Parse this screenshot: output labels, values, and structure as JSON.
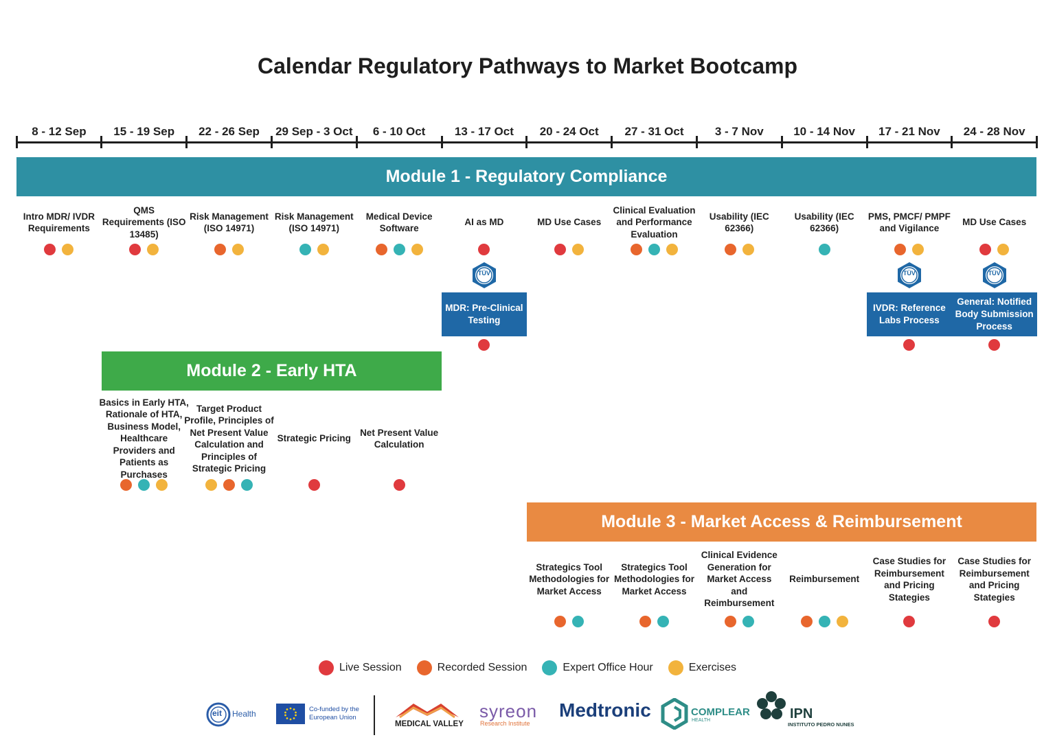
{
  "title": "Calendar Regulatory Pathways to Market Bootcamp",
  "weeks": [
    "8 - 12 Sep",
    "15 - 19 Sep",
    "22 - 26 Sep",
    "29 Sep - 3 Oct",
    "6 - 10 Oct",
    "13 - 17 Oct",
    "20 - 24 Oct",
    "27 - 31 Oct",
    "3 - 7 Nov",
    "10 - 14 Nov",
    "17 - 21 Nov",
    "24 - 28 Nov"
  ],
  "colors": {
    "live": "#e03a3e",
    "recorded": "#e8662d",
    "expert": "#35b3b5",
    "exercises": "#f2b33d",
    "module1": "#2e90a3",
    "module2": "#3eaa49",
    "module3": "#e98a42",
    "exam_box": "#1f68a6"
  },
  "modules": [
    {
      "title": "Module 1 - Regulatory Compliance"
    },
    {
      "title": "Module 2 - Early HTA"
    },
    {
      "title": "Module 3 - Market Access & Reimbursement"
    }
  ],
  "module1_sessions": [
    {
      "week": 0,
      "label": "Intro MDR/ IVDR Requirements",
      "dots": [
        "live",
        "exercises"
      ]
    },
    {
      "week": 1,
      "label": "QMS Requirements (ISO 13485)",
      "dots": [
        "live",
        "exercises"
      ]
    },
    {
      "week": 2,
      "label": "Risk Management (ISO 14971)",
      "dots": [
        "recorded",
        "exercises"
      ]
    },
    {
      "week": 3,
      "label": "Risk Management (ISO 14971)",
      "dots": [
        "expert",
        "exercises"
      ]
    },
    {
      "week": 4,
      "label": "Medical Device Software",
      "dots": [
        "recorded",
        "expert",
        "exercises"
      ]
    },
    {
      "week": 5,
      "label": "AI as MD",
      "dots": [
        "live"
      ]
    },
    {
      "week": 6,
      "label": "MD Use Cases",
      "dots": [
        "live",
        "exercises"
      ]
    },
    {
      "week": 7,
      "label": "Clinical Evaluation and Performance Evaluation",
      "dots": [
        "recorded",
        "expert",
        "exercises"
      ]
    },
    {
      "week": 8,
      "label": "Usability (IEC 62366)",
      "dots": [
        "recorded",
        "exercises"
      ]
    },
    {
      "week": 9,
      "label": "Usability (IEC 62366)",
      "dots": [
        "expert"
      ]
    },
    {
      "week": 10,
      "label": "PMS, PMCF/ PMPF and Vigilance",
      "dots": [
        "recorded",
        "exercises"
      ]
    },
    {
      "week": 11,
      "label": "MD Use Cases",
      "dots": [
        "live",
        "exercises"
      ]
    }
  ],
  "notified_body_sessions": [
    {
      "week": 5,
      "badge": "TÜV",
      "label": "MDR: Pre-Clinical Testing",
      "dots": [
        "live"
      ]
    },
    {
      "week": 10,
      "badge": "TÜV",
      "label": "IVDR: Reference Labs Process",
      "dots": [
        "live"
      ]
    },
    {
      "week": 11,
      "badge": "TÜV",
      "label": "General: Notified Body Submission Process",
      "dots": [
        "live"
      ]
    }
  ],
  "module2_sessions": [
    {
      "week": 1,
      "label": "Basics in Early HTA, Rationale of HTA, Business Model, Healthcare Providers and Patients as Purchases",
      "dots": [
        "recorded",
        "expert",
        "exercises"
      ]
    },
    {
      "week": 2,
      "label": "Target Product Profile, Principles of Net Present Value Calculation and Principles of Strategic Pricing",
      "dots": [
        "exercises",
        "recorded",
        "expert"
      ]
    },
    {
      "week": 3,
      "label": "Strategic Pricing",
      "dots": [
        "live"
      ]
    },
    {
      "week": 4,
      "label": "Net Present Value Calculation",
      "dots": [
        "live"
      ]
    }
  ],
  "module3_sessions": [
    {
      "week": 6,
      "label": "Strategics Tool Methodologies for Market Access",
      "dots": [
        "recorded",
        "expert"
      ]
    },
    {
      "week": 7,
      "label": "Strategics Tool Methodologies for Market Access",
      "dots": [
        "recorded",
        "expert"
      ]
    },
    {
      "week": 8,
      "label": "Clinical Evidence Generation for Market Access and Reimbursement",
      "dots": [
        "recorded",
        "expert"
      ]
    },
    {
      "week": 9,
      "label": "Reimbursement",
      "dots": [
        "recorded",
        "expert",
        "exercises"
      ]
    },
    {
      "week": 10,
      "label": "Case Studies for Reimbursement and Pricing Stategies",
      "dots": [
        "live"
      ]
    },
    {
      "week": 11,
      "label": "Case Studies for Reimbursement and Pricing Stategies",
      "dots": [
        "live"
      ]
    }
  ],
  "legend": [
    {
      "key": "live",
      "label": "Live Session"
    },
    {
      "key": "recorded",
      "label": "Recorded Session"
    },
    {
      "key": "expert",
      "label": "Expert Office Hour"
    },
    {
      "key": "exercises",
      "label": "Exercises"
    }
  ],
  "logos": {
    "eit": "eit",
    "eit_health": "Health",
    "eu_line1": "Co-funded by the",
    "eu_line2": "European Union",
    "medical_valley": "MEDICAL VALLEY",
    "syreon": "syreon",
    "syreon_sub": "Research Institute",
    "medtronic": "Medtronic",
    "complear": "COMPLEAR",
    "complear_sub": "HEALTH",
    "ipn": "IPN",
    "ipn_sub": "INSTITUTO PEDRO NUNES"
  }
}
